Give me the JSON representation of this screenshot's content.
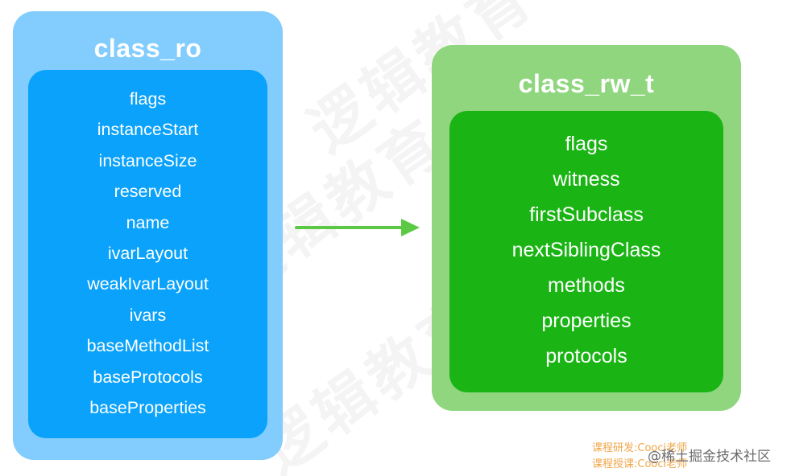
{
  "diagram": {
    "source": {
      "title": "class_ro",
      "fields": [
        "flags",
        "instanceStart",
        "instanceSize",
        "reserved",
        "name",
        "ivarLayout",
        "weakIvarLayout",
        "ivars",
        "baseMethodList",
        "baseProtocols",
        "baseProperties"
      ]
    },
    "target": {
      "title": "class_rw_t",
      "fields": [
        "flags",
        "witness",
        "firstSubclass",
        "nextSiblingClass",
        "methods",
        "properties",
        "protocols"
      ]
    },
    "arrow_color": "#5cc945"
  },
  "colors": {
    "source_outer": "#82cdfd",
    "source_inner": "#0aa2fa",
    "target_outer": "#8fd67f",
    "target_inner": "#1ab414"
  },
  "watermark": {
    "line1": "逻辑教育",
    "line2": "逻辑教育",
    "line3": "逻辑教育"
  },
  "credits": {
    "line1": "课程研发:Cooci老师",
    "line2": "课程授课:Cooci老师",
    "site": "@稀土掘金技术社区"
  }
}
